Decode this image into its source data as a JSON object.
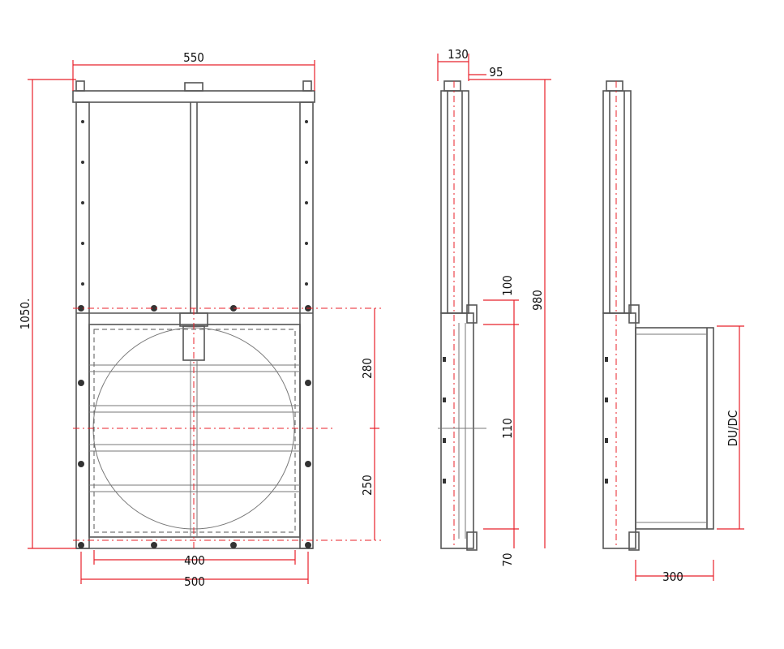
{
  "drawing": {
    "colors": {
      "dimension": "#e8202a",
      "outline": "#555555",
      "background": "#ffffff"
    },
    "front_view": {
      "dims": {
        "overall_width": "550",
        "overall_height": "1050.",
        "upper_half": "280",
        "lower_half": "250",
        "inner_width": "400",
        "flange_width": "500"
      }
    },
    "side_view": {
      "dims": {
        "frame_depth": "130",
        "body_depth": "95",
        "top_offset": "100",
        "total_height": "980",
        "mid_height": "110",
        "bottom_offset": "70"
      }
    },
    "side_view_spigot": {
      "dims": {
        "spigot_diameter": "DU/DC",
        "spigot_length": "300"
      }
    }
  }
}
